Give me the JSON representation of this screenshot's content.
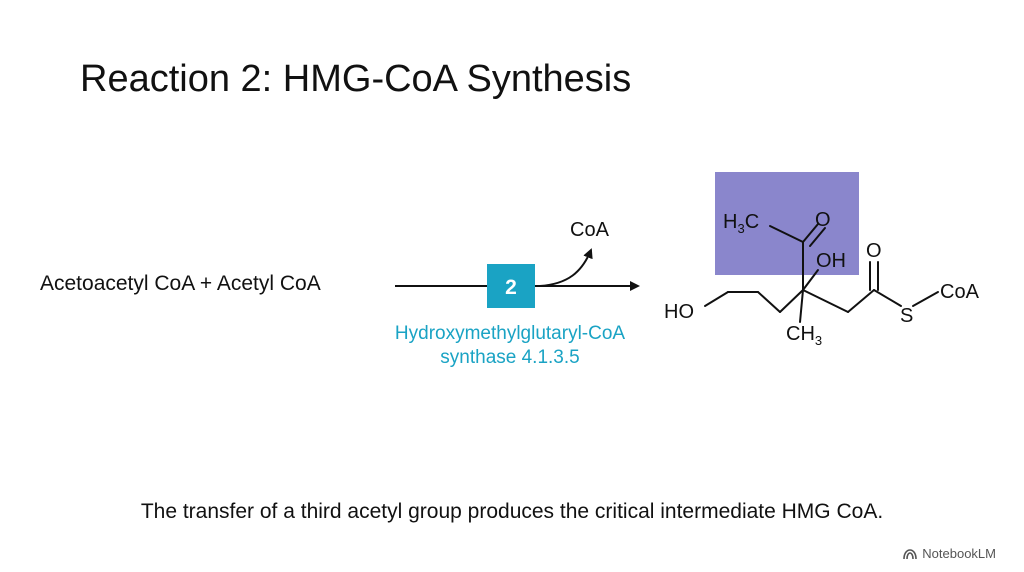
{
  "slide": {
    "title": "Reaction 2: HMG-CoA Synthesis",
    "caption": "The transfer of a third acetyl group produces the critical intermediate HMG CoA."
  },
  "reaction": {
    "substrates": "Acetoacetyl CoA + Acetyl CoA",
    "step_number": "2",
    "released": "CoA",
    "enzyme_line1": "Hydroxymethylglutaryl-CoA",
    "enzyme_line2": "synthase 4.1.3.5"
  },
  "product": {
    "h3c_h": "H",
    "h3c_sub": "3",
    "h3c_c": "C",
    "ketone_o": "O",
    "oh": "OH",
    "thioester_o": "O",
    "s": "S",
    "coa": "CoA",
    "ho": "HO",
    "ch3_ch": "CH",
    "ch3_sub": "3"
  },
  "colors": {
    "enzyme": "#1aa3c4",
    "step_box": "#1aa3c4",
    "highlight": "#8a86cc"
  },
  "branding": {
    "icon": "notebooklm-icon",
    "label": "NotebookLM"
  }
}
